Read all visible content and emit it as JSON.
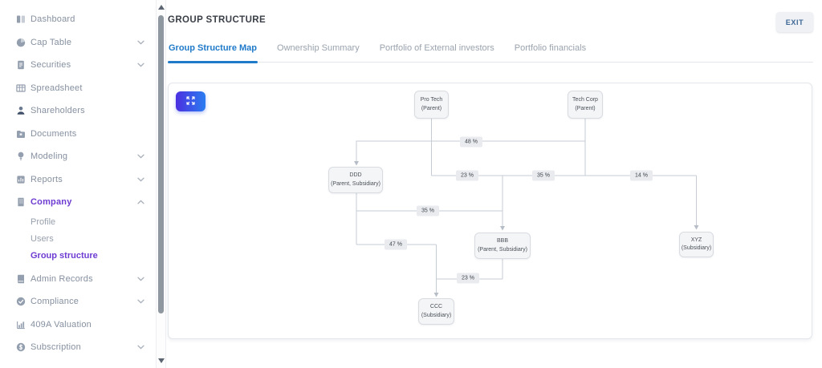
{
  "sidebar": {
    "items": [
      {
        "label": "Dashboard",
        "icon": "dashboard-icon",
        "expandable": false
      },
      {
        "label": "Cap Table",
        "icon": "pie-chart-icon",
        "expandable": true
      },
      {
        "label": "Securities",
        "icon": "clipboard-icon",
        "expandable": true
      },
      {
        "label": "Spreadsheet",
        "icon": "table-icon",
        "expandable": false
      },
      {
        "label": "Shareholders",
        "icon": "person-icon",
        "expandable": false
      },
      {
        "label": "Documents",
        "icon": "folder-icon",
        "expandable": false
      },
      {
        "label": "Modeling",
        "icon": "lightbulb-icon",
        "expandable": true
      },
      {
        "label": "Reports",
        "icon": "report-icon",
        "expandable": true
      },
      {
        "label": "Company",
        "icon": "building-icon",
        "expandable": true,
        "expanded": true,
        "active": true
      },
      {
        "label": "Admin Records",
        "icon": "records-icon",
        "expandable": true
      },
      {
        "label": "Compliance",
        "icon": "check-circle-icon",
        "expandable": true
      },
      {
        "label": "409A Valuation",
        "icon": "bar-chart-icon",
        "expandable": false
      },
      {
        "label": "Subscription",
        "icon": "dollar-circle-icon",
        "expandable": true
      }
    ],
    "company_subitems": [
      {
        "label": "Profile",
        "active": false
      },
      {
        "label": "Users",
        "active": false
      },
      {
        "label": "Group structure",
        "active": true
      }
    ]
  },
  "header": {
    "title": "GROUP STRUCTURE",
    "exit_label": "EXIT"
  },
  "tabs": [
    {
      "label": "Group Structure Map",
      "active": true
    },
    {
      "label": "Ownership Summary",
      "active": false
    },
    {
      "label": "Portfolio of External investors",
      "active": false
    },
    {
      "label": "Portfolio financials",
      "active": false
    }
  ],
  "diagram": {
    "fit_button_icon": "expand-icon",
    "nodes": [
      {
        "id": "pro-tech",
        "name": "Pro Tech",
        "subtitle": "(Parent)"
      },
      {
        "id": "tech-corp",
        "name": "Tech Corp",
        "subtitle": "(Parent)"
      },
      {
        "id": "ddd",
        "name": "DDD",
        "subtitle": "(Parent, Subsidiary)"
      },
      {
        "id": "bbb",
        "name": "BBB",
        "subtitle": "(Parent, Subsidiary)"
      },
      {
        "id": "xyz",
        "name": "XYZ",
        "subtitle": "(Subsidiary)"
      },
      {
        "id": "ccc",
        "name": "CCC",
        "subtitle": "(Subsidiary)"
      }
    ],
    "edges": [
      {
        "from": "Tech Corp",
        "to": "DDD",
        "label": "48 %"
      },
      {
        "from": "Pro Tech",
        "to": "BBB",
        "label": "23 %"
      },
      {
        "from": "Tech Corp",
        "to": "BBB",
        "label": "35 %"
      },
      {
        "from": "Tech Corp",
        "to": "XYZ",
        "label": "14 %"
      },
      {
        "from": "DDD",
        "to": "BBB",
        "label": "35 %"
      },
      {
        "from": "DDD",
        "to": "CCC",
        "label": "47 %"
      },
      {
        "from": "BBB",
        "to": "CCC",
        "label": "23 %"
      }
    ]
  },
  "colors": {
    "accent_purple": "#6e3cd2",
    "tab_active_blue": "#1f7ac9",
    "fit_button_gradient_start": "#4b2fe0",
    "fit_button_gradient_end": "#2b7df0",
    "exit_button_text": "#3d6695",
    "connector_gray": "#c6ccd4"
  }
}
